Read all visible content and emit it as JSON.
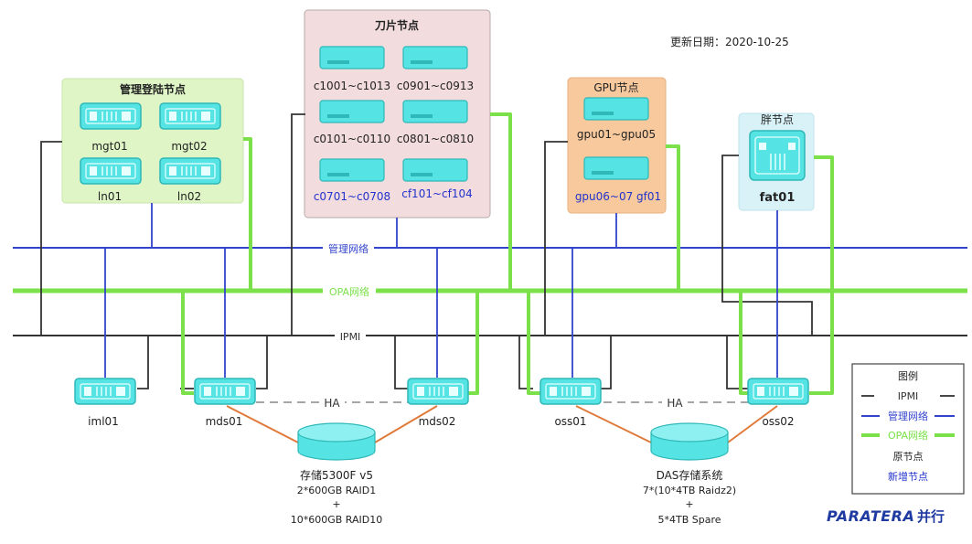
{
  "update_date": "更新日期：2020-10-25",
  "groups": {
    "mgmt": {
      "title": "管理登陆节点",
      "nodes": [
        "mgt01",
        "mgt02",
        "ln01",
        "ln02"
      ]
    },
    "blade": {
      "title": "刀片节点",
      "labels": [
        "c1001~c1013",
        "c0901~c0913",
        "c0101~c0110",
        "c0801~c0810",
        "c0701~c0708",
        "cf101~cf104"
      ]
    },
    "gpu": {
      "title": "GPU节点",
      "labels": [
        "gpu01~gpu05",
        "gpu06~07 gf01"
      ]
    },
    "fat": {
      "title": "胖节点",
      "labels": [
        "fat01"
      ]
    }
  },
  "networks": {
    "mgmt": "管理网络",
    "opa": "OPA网络",
    "ipmi": "IPMI"
  },
  "servers": [
    "iml01",
    "mds01",
    "mds02",
    "oss01",
    "oss02"
  ],
  "ha_label": "HA",
  "storage": [
    {
      "lines": [
        "存储5300F v5",
        "2*600GB RAID1",
        "+",
        "10*600GB RAID10"
      ]
    },
    {
      "lines": [
        "DAS存储系统",
        "7*(10*4TB Raidz2)",
        "+",
        "5*4TB Spare"
      ]
    }
  ],
  "legend": {
    "title": "图例",
    "items": [
      {
        "label": "IPMI",
        "color": "#333333"
      },
      {
        "label": "管理网络",
        "color": "#3344cc"
      },
      {
        "label": "OPA网络",
        "color": "#7be04a"
      }
    ],
    "original_nodes": "原节点",
    "new_nodes": "新增节点"
  },
  "logo": {
    "text": "PARATERA",
    "cn": "并行"
  },
  "colors": {
    "ipmi": "#333333",
    "mgmt_net": "#3344cc",
    "opa_net": "#7be04a",
    "device_fill": "#55e3e3",
    "device_stroke": "#2fb8b8",
    "new_text": "#2233cc",
    "mgmt_bg": "#dff5c6",
    "blade_bg": "#f3dcde",
    "gpu_bg": "#f7c99d",
    "fat_bg": "#d8f2f8",
    "ha_link": "#e07a3a",
    "logo_blue": "#1f3aa0"
  }
}
